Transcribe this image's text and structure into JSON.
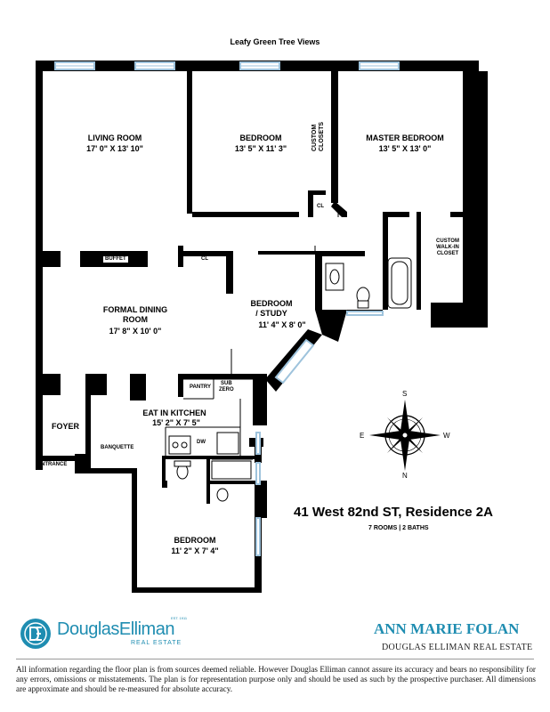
{
  "header": {
    "views_label": "Leafy Green Tree Views"
  },
  "rooms": {
    "living_room": {
      "name": "LIVING ROOM",
      "dims": "17' 0\" X 13' 10\""
    },
    "bedroom_1": {
      "name": "BEDROOM",
      "dims": "13' 5\" X 11' 3\""
    },
    "master_bedroom": {
      "name": "MASTER BEDROOM",
      "dims": "13' 5\" X 13' 0\""
    },
    "dining_room": {
      "name_line1": "FORMAL DINING",
      "name_line2": "ROOM",
      "dims": "17' 8\" X 10' 0\""
    },
    "bedroom_study": {
      "name_line1": "BEDROOM",
      "name_line2": "/ STUDY",
      "dims": "11' 4\" X 8' 0\""
    },
    "kitchen": {
      "name": "EAT IN KITCHEN",
      "dims": "15' 2\" X 7' 5\""
    },
    "bedroom_2": {
      "name": "BEDROOM",
      "dims": "11' 2\" X 7' 4\""
    },
    "foyer": {
      "name": "FOYER"
    }
  },
  "fixtures": {
    "custom_closets_1": "CUSTOM",
    "custom_closets_2": "CLOSETS",
    "walkin_1": "CUSTOM",
    "walkin_2": "WALK-IN",
    "walkin_3": "CLOSET",
    "closet_label": "CL",
    "buffet": "BUFFET",
    "pantry": "PANTRY",
    "subzero_1": "SUB",
    "subzero_2": "ZERO",
    "dishwasher": "DW",
    "banquette": "BANQUETTE",
    "entrance": "ENTRANCE"
  },
  "compass": {
    "n": "N",
    "s": "S",
    "e": "E",
    "w": "W"
  },
  "listing": {
    "address": "41 West 82nd ST, Residence 2A",
    "summary": "7 ROOMS | 2 BATHS"
  },
  "brand": {
    "name": "DouglasElliman",
    "sub": "REAL ESTATE",
    "est": "EST. 1911",
    "monogram": "DE"
  },
  "agent": {
    "name": "ANN MARIE FOLAN",
    "firm": "DOUGLAS ELLIMAN REAL ESTATE"
  },
  "disclaimer": "All information regarding the floor plan is from sources deemed reliable. However Douglas Elliman cannot assure its accuracy and bears no responsibility for any errors, omissions or misstatements. The plan is for representation purpose only and should be used as such by the prospective purchaser. All dimensions are approximate and should be re-measured for absolute accuracy.",
  "colors": {
    "brand_blue": "#1f8db1",
    "window_blue": "#9ec3dc",
    "wall": "#000000"
  }
}
